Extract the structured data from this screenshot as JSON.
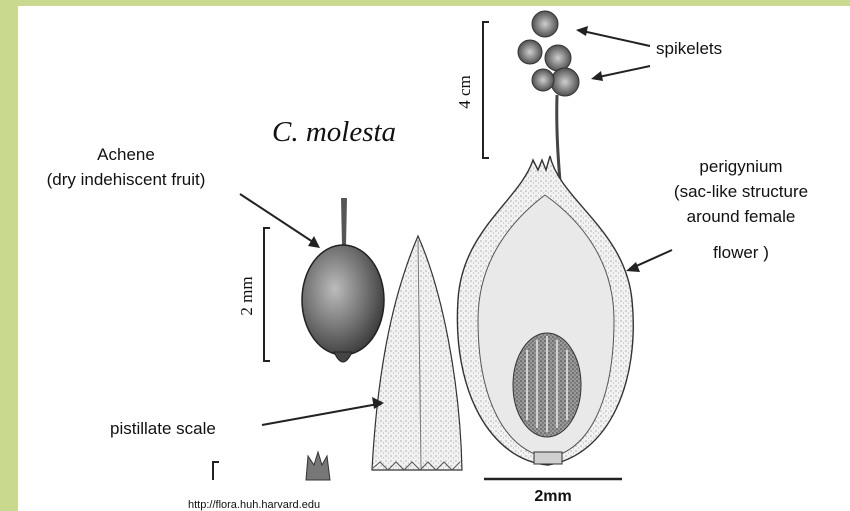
{
  "title": "C. molesta",
  "labels": {
    "spikelets": "spikelets",
    "achene_line1": "Achene",
    "achene_line2": "(dry indehiscent fruit)",
    "perigynium_line1": "perigynium",
    "perigynium_line2": "(sac-like structure",
    "perigynium_line3": "around female",
    "perigynium_line4": "flower )",
    "pistillate_scale": "pistillate scale"
  },
  "scales": {
    "top": "4 cm",
    "left": "2 mm",
    "bottom": "2mm"
  },
  "source_url": "http://flora.huh.harvard.edu"
}
